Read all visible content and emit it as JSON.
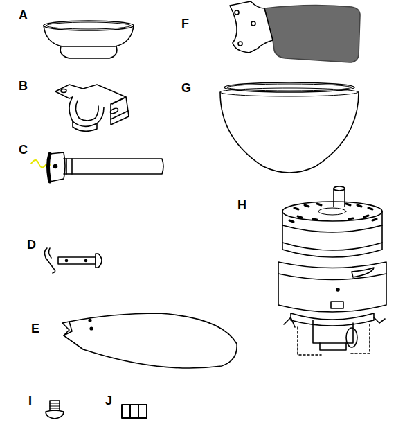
{
  "diagram": {
    "labels": [
      "A",
      "F",
      "B",
      "G",
      "C",
      "H",
      "D",
      "E",
      "I",
      "J"
    ]
  }
}
